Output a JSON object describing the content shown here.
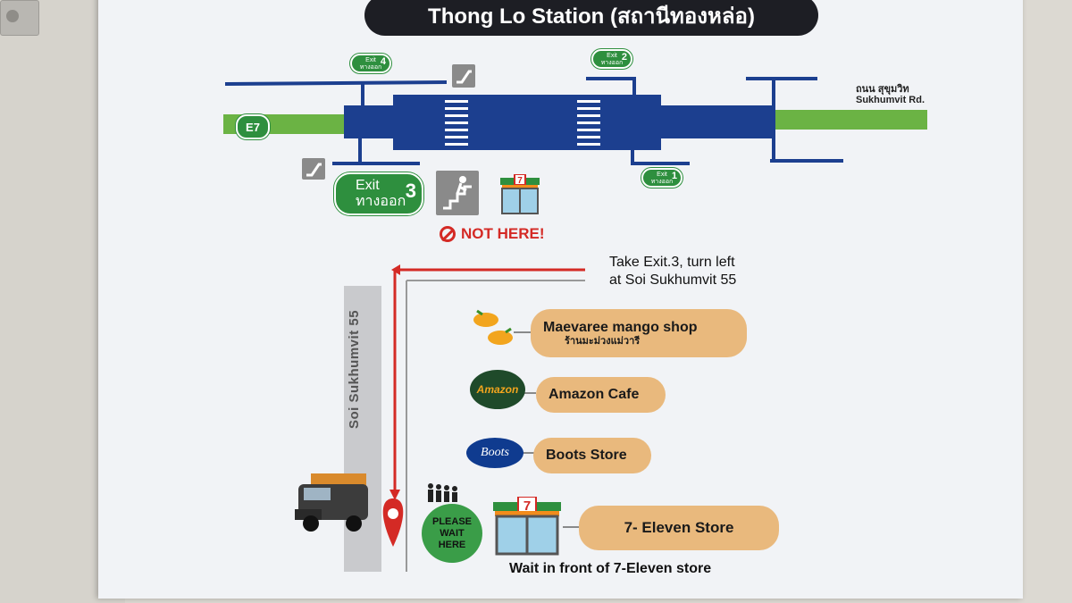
{
  "title": "Thong Lo Station (สถานีทองหล่อ)",
  "line_badge": "E7",
  "road": {
    "thai": "ถนน สุขุมวิท",
    "english": "Sukhumvit Rd."
  },
  "exits": [
    {
      "label_en": "Exit",
      "label_th": "ทางออก",
      "number": "4"
    },
    {
      "label_en": "Exit",
      "label_th": "ทางออก",
      "number": "2"
    },
    {
      "label_en": "Exit",
      "label_th": "ทางออก",
      "number": "1"
    },
    {
      "label_en": "Exit",
      "label_th": "ทางออก",
      "number": "3"
    }
  ],
  "warning": "NOT HERE!",
  "instruction": {
    "line1": "Take Exit.3, turn left",
    "line2": "at Soi Sukhumvit 55"
  },
  "street": "Soi Sukhumvit 55",
  "shops": [
    {
      "name": "Maevaree mango shop",
      "name_th": "ร้านมะม่วงแม่วารี"
    },
    {
      "name": "Amazon Cafe",
      "logo_text": "Amazon"
    },
    {
      "name": "Boots Store",
      "logo_text": "Boots"
    },
    {
      "name": "7- Eleven Store",
      "logo_text": "7"
    }
  ],
  "meeting_point": {
    "line1": "PLEASE",
    "line2": "WAIT",
    "line3": "HERE"
  },
  "wait_caption": "Wait in front of 7-Eleven store",
  "colors": {
    "rail_green": "#6bb344",
    "station_blue": "#1c3f8f",
    "exit_green": "#2e8f3e",
    "route_red": "#d42a25",
    "shop_orange": "#e9b97d"
  }
}
